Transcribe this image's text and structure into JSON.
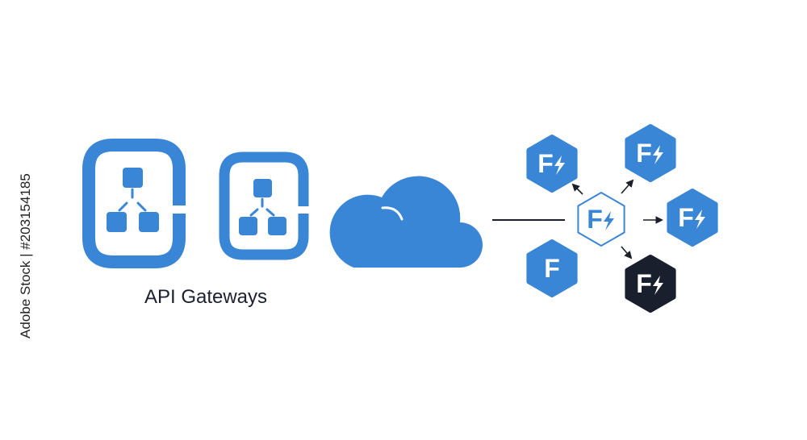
{
  "caption": "API Gateways",
  "side_text": "Adobe Stock | #203154185",
  "colors": {
    "primary": "#3a86d6",
    "dark": "#1a1f2e",
    "arrow": "#1b1f2a",
    "background": "#ffffff"
  },
  "hex_letter": "F",
  "icons": [
    "gateway-icon",
    "gateway-icon",
    "cloud-icon",
    "function-hub-icon",
    "function-icon"
  ]
}
